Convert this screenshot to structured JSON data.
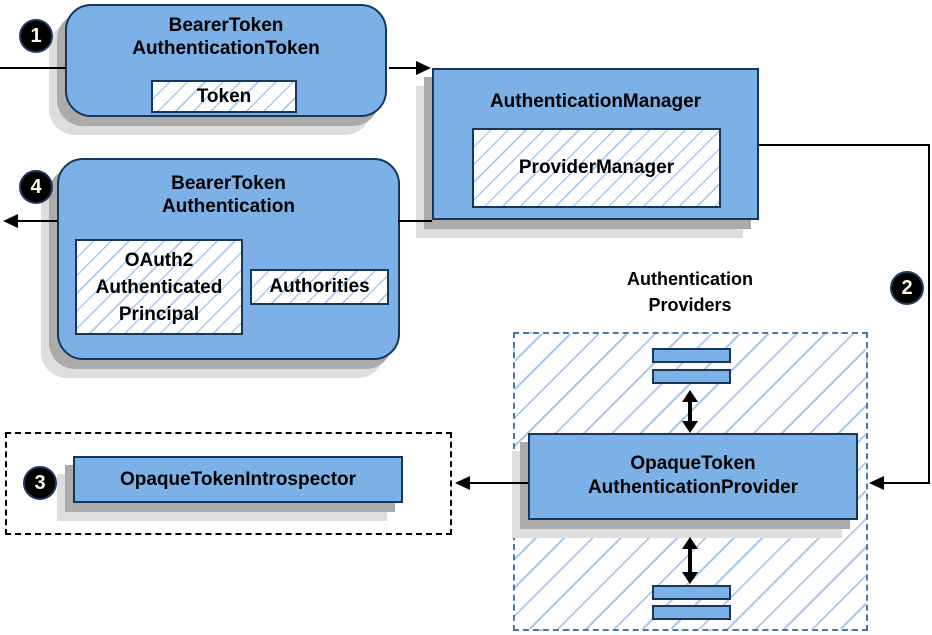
{
  "steps": {
    "one": "1",
    "two": "2",
    "three": "3",
    "four": "4"
  },
  "nodes": {
    "bearer_token_authentication_token": {
      "title_line1": "BearerToken",
      "title_line2": "AuthenticationToken",
      "chip": "Token"
    },
    "authentication_manager": {
      "title": "AuthenticationManager",
      "chip": "ProviderManager"
    },
    "bearer_token_authentication": {
      "title_line1": "BearerToken",
      "title_line2": "Authentication",
      "principal_line1": "OAuth2",
      "principal_line2": "Authenticated",
      "principal_line3": "Principal",
      "authorities": "Authorities"
    },
    "opaque_token_authentication_provider": {
      "title_line1": "OpaqueToken",
      "title_line2": "AuthenticationProvider"
    },
    "opaque_token_introspector": {
      "title": "OpaqueTokenIntrospector"
    }
  },
  "labels": {
    "providers_line1": "Authentication",
    "providers_line2": "Providers"
  },
  "colors": {
    "node_fill": "#7CB1E8",
    "node_border": "#16365C",
    "hatch_line": "#A9C9EF",
    "providers_dash_border": "#4578AD",
    "introspector_dash_border": "#000000",
    "shadow_dark": "#ABABAB",
    "shadow_light": "#DEDEDE",
    "badge_fill": "#000000",
    "badge_text": "#FFF8E8",
    "arrow": "#000000"
  }
}
